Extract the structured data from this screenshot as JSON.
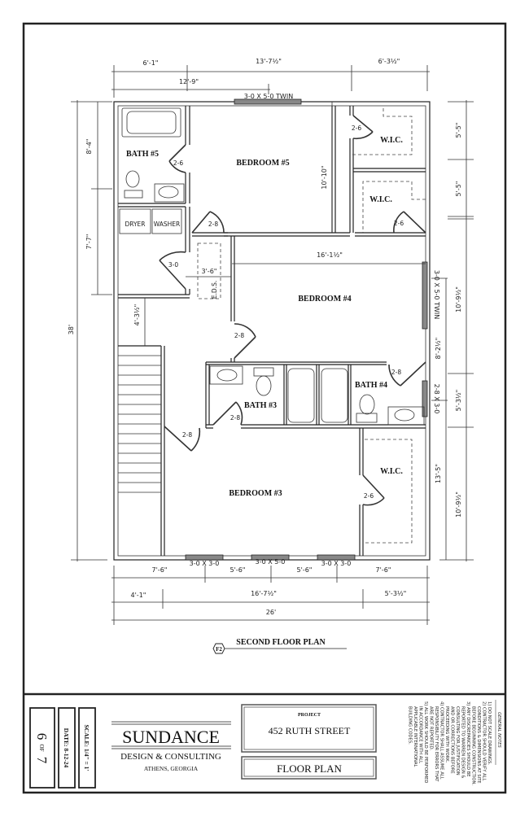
{
  "sheet": {
    "number": "6",
    "of_label": "OF",
    "total": "7",
    "date": "DATE: 8-12-24",
    "scale": "SCALE: 1/4\" = 1'"
  },
  "firm": {
    "name": "SUNDANCE",
    "subtitle": "DESIGN & CONSULTING",
    "location": "ATHENS, GEORGIA"
  },
  "project": {
    "label": "PROJECT",
    "name": "452 RUTH STREET",
    "drawing": "FLOOR PLAN"
  },
  "notes": {
    "title": "GENERAL NOTES",
    "lines": [
      "1) DO NOT SCALE DRAWINGS.",
      "2) CONTRACTOR SHOULD VERIFY ALL",
      "CONDITIONS & DIMENSIONS AT SITE",
      "BEFORE BEGINNING CONSTRUCTION.",
      "3) ANY DISCREPANCIES SHOULD BE",
      "REPORTED TO WARREN DESIGN &",
      "CONSULTING FOR JUSTIFICATION",
      "AND OR CORRECTIONS BEFORE",
      "PROCEEDING WITH WORK.",
      "4) CONTRACTOR SHALL ASSUME ALL",
      "RESPONSIBILITY FOR ERRORS THAT",
      "ARE NOT REPORTED.",
      "5) ALL WORK SHOULD BE PERFORMED",
      "IN ACCORDANCE WITH ALL",
      "APPLICABLE INTERNATIONAL",
      "BUILDING CODES."
    ]
  },
  "caption": {
    "tag": "F2",
    "title": "SECOND FLOOR PLAN"
  },
  "rooms": [
    "BATH #5",
    "BEDROOM #5",
    "W.I.C.",
    "W.I.C.",
    "BEDROOM #4",
    "BATH #3",
    "BATH #4",
    "W.I.C.",
    "BEDROOM #3"
  ],
  "appliances": {
    "dryer": "DRYER",
    "washer": "WASHER",
    "eds": "E.D.S."
  },
  "doors": [
    "2-6",
    "2-6",
    "2-6",
    "2-8",
    "3-0",
    "2-8",
    "2-8",
    "2-8",
    "2-8",
    "2-6"
  ],
  "windows": [
    "3-0 X 5-0 TWIN",
    "3-0 X 5-0 TWIN",
    "2-8 X 3-0",
    "3-0 X 3-0",
    "3-0 X 5-0",
    "3-0 X 3-0"
  ],
  "dimensions": {
    "top": [
      "6'-1\"",
      "13'-7½\"",
      "6'-3½\""
    ],
    "top2": "12'-9\"",
    "left": [
      "8'-4\"",
      "7'-7\"",
      "38'"
    ],
    "right": [
      "5'-5\"",
      "5'-5\"",
      "10'-9½\"",
      "5'-3½\"",
      "10'-9½\""
    ],
    "right_inner": [
      "8'-2½\"",
      "13'-5\""
    ],
    "bottom": [
      "7'-6\"",
      "5'-6\"",
      "5'-6\"",
      "7'-6\""
    ],
    "bottom2": [
      "4'-1\"",
      "16'-7½\"",
      "5'-3½\""
    ],
    "bottom3": "26'",
    "interior": [
      "10'-10\"",
      "16'-1½\"",
      "3'-6\"",
      "4'-3½\""
    ]
  }
}
